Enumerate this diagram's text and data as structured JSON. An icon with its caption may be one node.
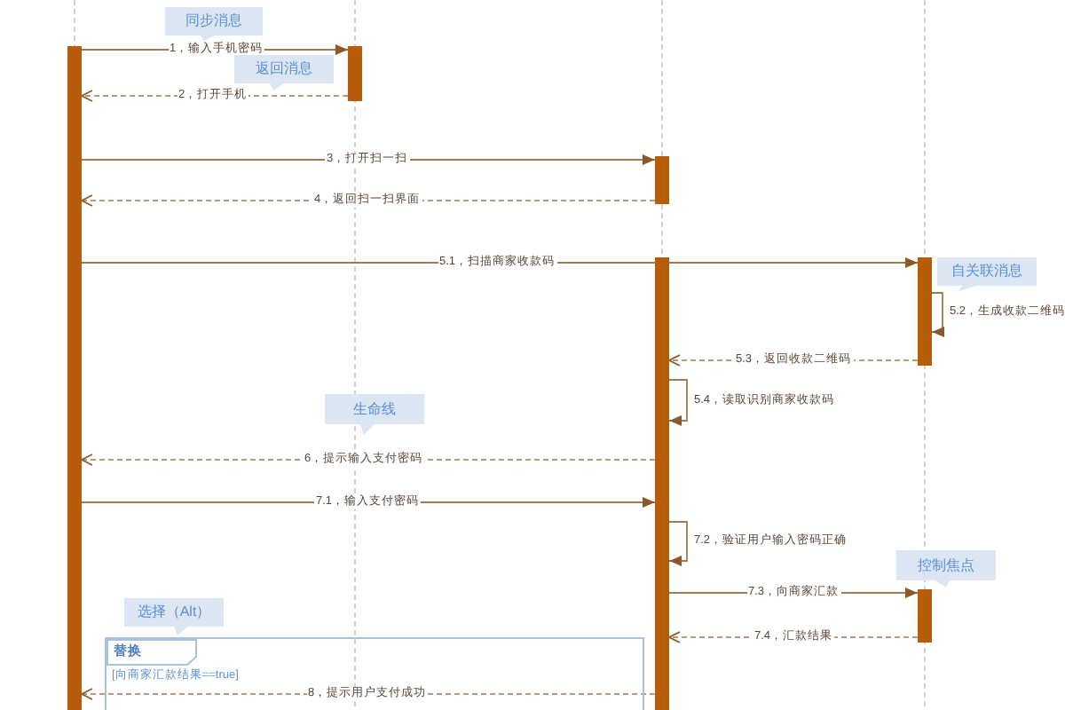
{
  "diagram": {
    "nodes": [
      {
        "text": [],
        "shape": "bar"
      },
      {
        "text": [],
        "shape": "bar"
      },
      {
        "text": [],
        "shape": "bar"
      },
      {
        "text": [],
        "shape": "bar"
      },
      {
        "text": [],
        "shape": "bar"
      },
      {
        "text": [],
        "shape": "bar",
        "beside": [
          "控制焦点"
        ]
      },
      {
        "text": [
          "替换",
          "[向商家汇款结果==true]"
        ],
        "beside": [
          "选择（Alt）"
        ]
      }
    ],
    "edges": [
      {
        "from": 0,
        "to": 1,
        "arrow": "to",
        "label": "1，输入手机密码"
      },
      {
        "from": 1,
        "to": 0,
        "arrow": "to",
        "label": "2，打开手机",
        "style": "dashed"
      },
      {
        "from": 0,
        "to": 2,
        "arrow": "to",
        "label": "3，打开扫一扫"
      },
      {
        "from": 2,
        "to": 0,
        "arrow": "to",
        "label": "4，返回扫一扫界面",
        "style": "dashed"
      },
      {
        "from": 0,
        "to": 4,
        "arrow": "to",
        "label": "5.1，扫描商家收款码"
      },
      {
        "from": 4,
        "to": 4,
        "arrow": "to",
        "label": "5.2，生成收款二维码"
      },
      {
        "from": 4,
        "to": 3,
        "arrow": "to",
        "label": "5.3，返回收款二维码",
        "style": "dashed"
      },
      {
        "from": 3,
        "to": 3,
        "arrow": "to",
        "label": "5.4，读取识别商家收款码"
      },
      {
        "from": 3,
        "to": 0,
        "arrow": "to",
        "label": "6，提示输入支付密码",
        "style": "dashed"
      },
      {
        "from": 0,
        "to": 3,
        "arrow": "to",
        "label": "7.1，输入支付密码"
      },
      {
        "from": 3,
        "to": 3,
        "arrow": "to",
        "label": "7.2，验证用户输入密码正确"
      },
      {
        "from": 3,
        "to": 5,
        "arrow": "to",
        "label": "7.3，向商家汇款"
      },
      {
        "from": 5,
        "to": 3,
        "arrow": "to",
        "label": "7.4，汇款结果",
        "style": "dashed"
      },
      {
        "from": 3,
        "to": 0,
        "arrow": "to",
        "label": "8，提示用户支付成功",
        "style": "dashed"
      }
    ],
    "labels": [
      "同步消息",
      "返回消息",
      "自关联消息",
      "生命线"
    ]
  }
}
